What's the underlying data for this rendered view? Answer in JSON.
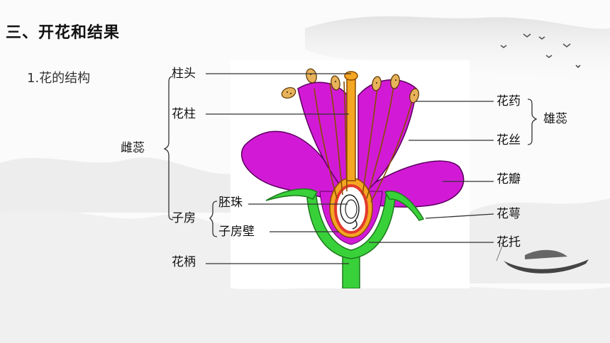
{
  "slide": {
    "title": "三、开花和结果",
    "subtitle": "1.花的结构"
  },
  "diagram": {
    "labels": {
      "stigma": "柱头",
      "style": "花柱",
      "pistil": "雌蕊",
      "ovule": "胚珠",
      "ovary": "子房",
      "ovary_wall": "子房壁",
      "pedicel": "花柄",
      "anther": "花药",
      "stamen": "雄蕊",
      "filament": "花丝",
      "petal": "花瓣",
      "sepal": "花萼",
      "receptacle": "花托"
    },
    "colors": {
      "petal": "#d21ad6",
      "pistil": "#f5a623",
      "green": "#39d13a",
      "ovary_wall": "#e23b2d",
      "anther": "#e8b25a"
    }
  }
}
